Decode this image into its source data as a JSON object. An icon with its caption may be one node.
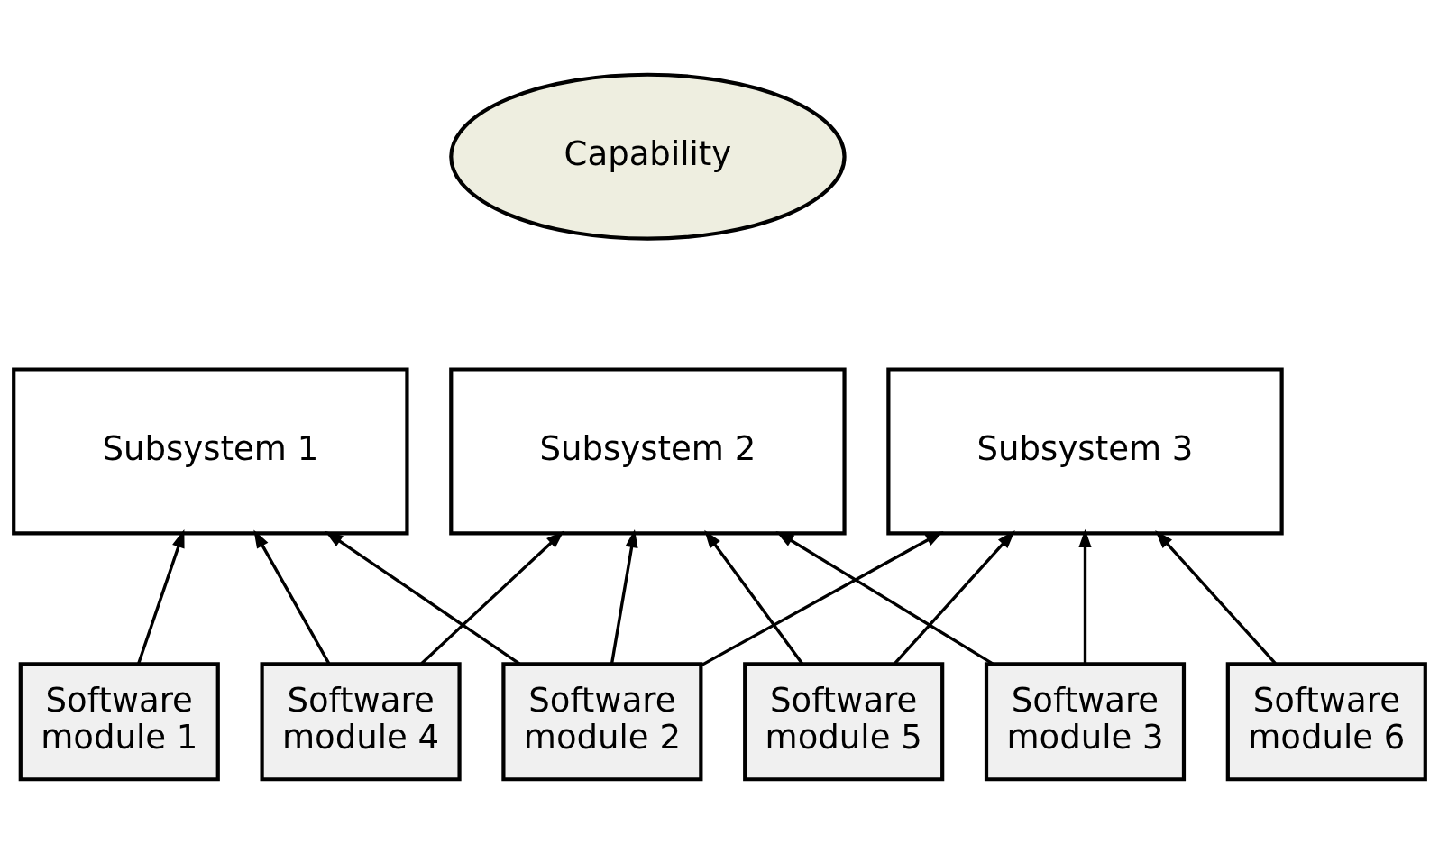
{
  "diagram": {
    "nodes": [
      {
        "text": [
          "Capability"
        ]
      },
      {
        "text": [
          "Subsystem 1"
        ]
      },
      {
        "text": [
          "Subsystem 2"
        ]
      },
      {
        "text": [
          "Subsystem 3"
        ]
      },
      {
        "text": [
          "Software module 1"
        ]
      },
      {
        "text": [
          "Software module 4"
        ]
      },
      {
        "text": [
          "Software module 2"
        ]
      },
      {
        "text": [
          "Software module 5"
        ]
      },
      {
        "text": [
          "Software module 3"
        ]
      },
      {
        "text": [
          "Software module 6"
        ]
      }
    ],
    "edges": [
      {
        "from": 4,
        "to": 1,
        "arrow": "to"
      },
      {
        "from": 5,
        "to": 1,
        "arrow": "to"
      },
      {
        "from": 5,
        "to": 2,
        "arrow": "to"
      },
      {
        "from": 6,
        "to": 1,
        "arrow": "to"
      },
      {
        "from": 6,
        "to": 2,
        "arrow": "to"
      },
      {
        "from": 6,
        "to": 3,
        "arrow": "to"
      },
      {
        "from": 7,
        "to": 2,
        "arrow": "to"
      },
      {
        "from": 7,
        "to": 3,
        "arrow": "to"
      },
      {
        "from": 8,
        "to": 2,
        "arrow": "to"
      },
      {
        "from": 8,
        "to": 3,
        "arrow": "to"
      },
      {
        "from": 9,
        "to": 3,
        "arrow": "to"
      }
    ]
  }
}
